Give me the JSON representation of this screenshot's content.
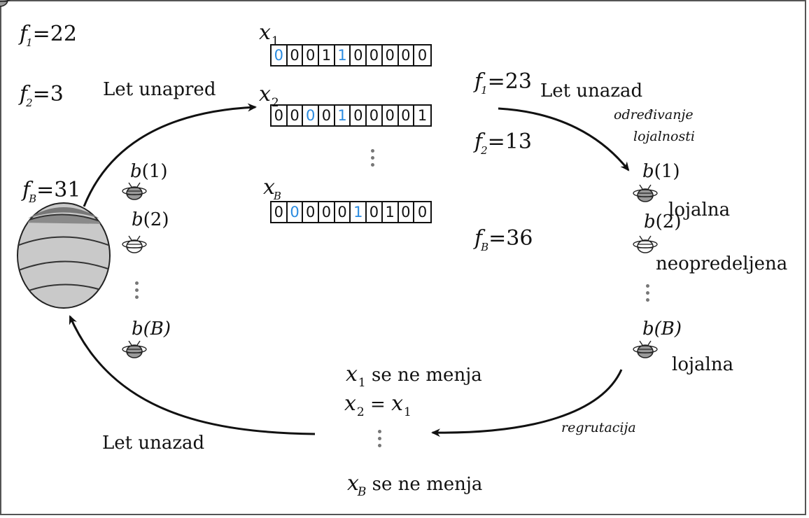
{
  "fitness_left": {
    "f1": "=22",
    "f2": "=3",
    "fB": "=31",
    "f": "f",
    "s1": "1",
    "s2": "2",
    "sB": "B"
  },
  "flights": {
    "forward": "Let unapred",
    "backward_top": "Let unazad",
    "backward_bottom": "Let unazad",
    "loyalty": [
      "određivanje",
      "lojalnosti"
    ],
    "recruitment": "regrutacija"
  },
  "vectors": [
    {
      "name": "x",
      "sub": "1",
      "bits": [
        "0",
        "0",
        "0",
        "1",
        "1",
        "0",
        "0",
        "0",
        "0",
        "0"
      ],
      "highlight": [
        0,
        4
      ],
      "f_value": "=23",
      "f_sub": "1"
    },
    {
      "name": "x",
      "sub": "2",
      "bits": [
        "0",
        "0",
        "0",
        "0",
        "1",
        "0",
        "0",
        "0",
        "0",
        "1"
      ],
      "highlight": [
        2,
        4
      ],
      "f_value": "=13",
      "f_sub": "2"
    },
    {
      "name": "x",
      "sub": "B",
      "bits": [
        "0",
        "0",
        "0",
        "0",
        "0",
        "1",
        "0",
        "1",
        "0",
        "0"
      ],
      "highlight": [
        1,
        5
      ],
      "f_value": "=36",
      "f_sub": "B"
    }
  ],
  "bees_left": [
    {
      "label_b": "b",
      "label_n": "(1)"
    },
    {
      "label_b": "b",
      "label_n": "(2)"
    },
    {
      "label_b": "b",
      "label_n": "(B)"
    }
  ],
  "bees_right": [
    {
      "label_b": "b",
      "label_n": "(1)",
      "status": "lojalna"
    },
    {
      "label_b": "b",
      "label_n": "(2)",
      "status": "neopredeljena"
    },
    {
      "label_b": "b",
      "label_n": "(B)",
      "status": "lojalna"
    }
  ],
  "results": {
    "line1_x": "x",
    "line1_sub": "1",
    "line1_text": " se ne menja",
    "line2_x": "x",
    "line2_sub": "2",
    "line2_eq": " = ",
    "line2_x2": "x",
    "line2_sub2": "1",
    "line3_x": "x",
    "line3_sub": "B",
    "line3_text": " se ne menja"
  },
  "colors": {
    "highlight": "#2a8be0",
    "stroke": "#111111",
    "bee_body": "#9a9a9a",
    "hive": "#c8c8c8"
  }
}
